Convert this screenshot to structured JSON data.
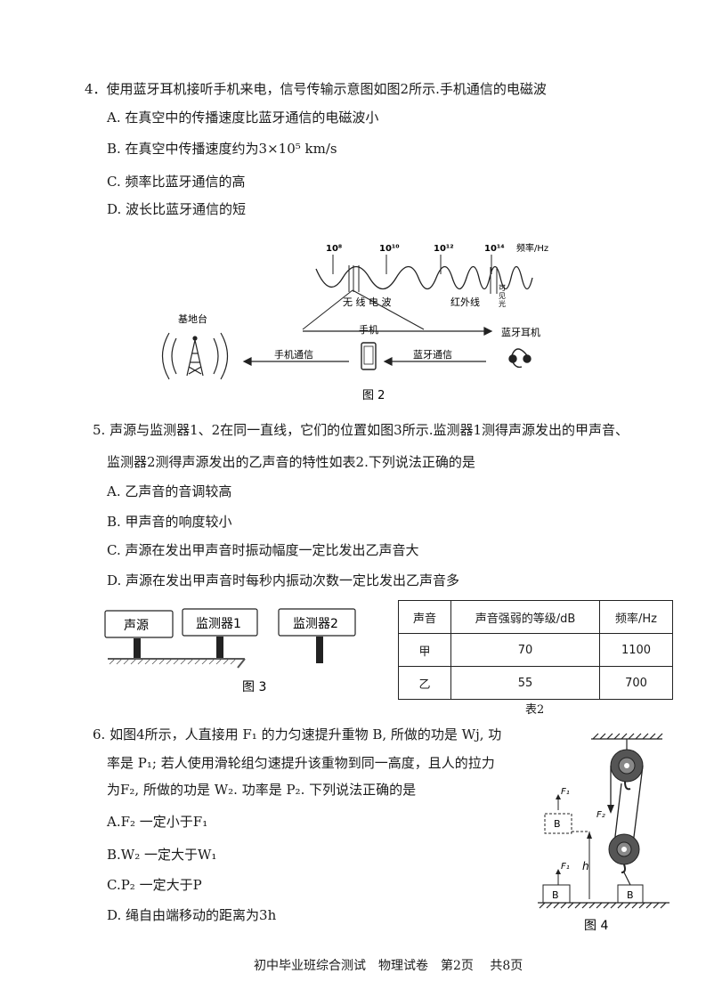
{
  "q4": {
    "stem": "4．使用蓝牙耳机接听手机来电，信号传输示意图如图2所示.手机通信的电磁波",
    "options": [
      "A. 在真空中的传播速度比蓝牙通信的电磁波小",
      "B. 在真空中传播速度约为3×10⁵ km/s",
      "C. 频率比蓝牙通信的高",
      "D. 波长比蓝牙通信的短"
    ],
    "figure": {
      "freq_labels": [
        "10⁸",
        "10¹⁰",
        "10¹²",
        "10¹⁴"
      ],
      "freq_unit": "频率/Hz",
      "band_radio": "无 线 电 波",
      "band_ir": "红外线",
      "band_visible_1": "可",
      "band_visible_2": "见",
      "band_visible_3": "光",
      "base_station": "基地台",
      "phone": "手机",
      "earphone": "蓝牙耳机",
      "phone_comm": "手机通信",
      "bt_comm": "蓝牙通信",
      "caption": "图 2"
    }
  },
  "q5": {
    "stem_line1": "5. 声源与监测器1、2在同一直线，它们的位置如图3所示.监测器1测得声源发出的甲声音、",
    "stem_line2": "监测器2测得声源发出的乙声音的特性如表2.下列说法正确的是",
    "options": [
      "A. 乙声音的音调较高",
      "B. 甲声音的响度较小",
      "C. 声源在发出甲声音时振动幅度一定比发出乙声音大",
      "D. 声源在发出甲声音时每秒内振动次数一定比发出乙声音多"
    ],
    "figure3": {
      "source": "声源",
      "mon1": "监测器1",
      "mon2": "监测器2",
      "caption": "图 3"
    },
    "table2": {
      "headers": [
        "声音",
        "声音强弱的等级/dB",
        "频率/Hz"
      ],
      "rows": [
        [
          "甲",
          "70",
          "1100"
        ],
        [
          "乙",
          "55",
          "700"
        ]
      ],
      "caption": "表2"
    }
  },
  "q6": {
    "line1": "6. 如图4所示，人直接用 F₁ 的力匀速提升重物 B, 所做的功是 Wj, 功",
    "line2": "率是 P₁; 若人使用滑轮组匀速提升该重物到同一高度，且人的拉力",
    "line3": "为F₂,  所做的功是 W₂. 功率是 P₂. 下列说法正确的是",
    "options": [
      "A.F₂  一定小于F₁",
      "B.W₂  一定大于W₁",
      "C.P₂  一定大于P",
      "D. 绳自由端移动的距离为3h"
    ],
    "figure4": {
      "f1": "F₁",
      "f2": "F₂",
      "b": "B",
      "h": "h",
      "caption": "图 4"
    }
  },
  "footer": "初中毕业班综合测试　物理试卷　第2页　 共8页"
}
